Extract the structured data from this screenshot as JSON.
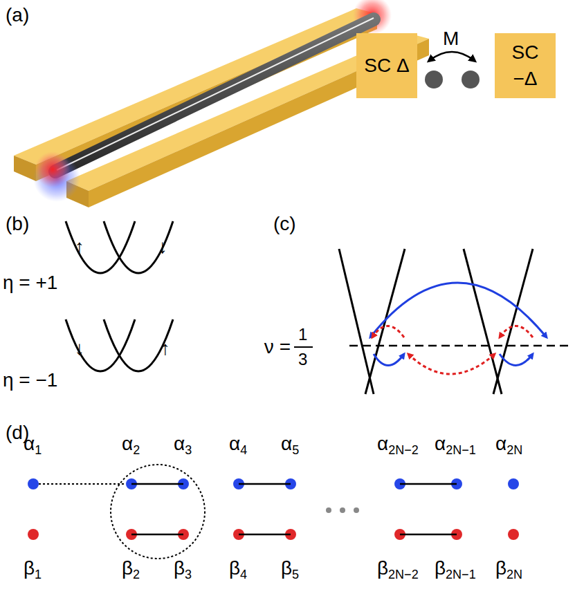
{
  "diagram": {
    "nodes": [
      {
        "text": [
          "SC Δ"
        ]
      },
      {
        "text": [
          "SC −Δ"
        ]
      }
    ],
    "labels": [
      "(a)",
      "M",
      "(b)",
      "↑",
      "↓",
      "η = +1",
      "↓",
      "↑",
      "η = −1",
      "(c)",
      "ν =",
      "1",
      "3",
      "(d)",
      "α1",
      "α2",
      "α3",
      "α4",
      "α5",
      "α2N−2",
      "α2N−1",
      "α2N",
      "β1",
      "β2",
      "β3",
      "β4",
      "β5",
      "β2N−2",
      "β2N−1",
      "β2N"
    ]
  }
}
